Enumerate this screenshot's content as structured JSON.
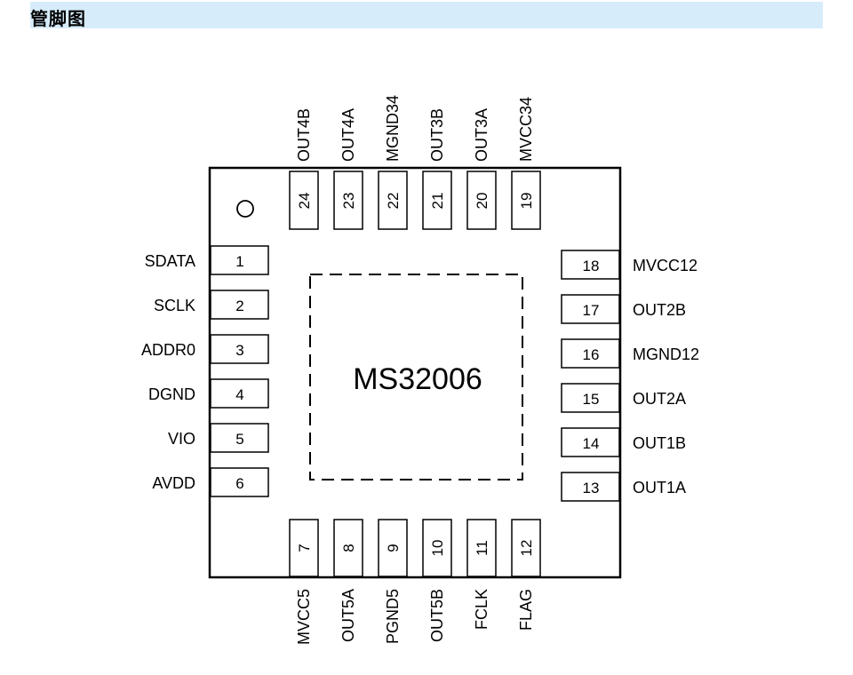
{
  "section_title": "管脚图",
  "chip_name": "MS32006",
  "pins_left": [
    {
      "num": "1",
      "name": "SDATA"
    },
    {
      "num": "2",
      "name": "SCLK"
    },
    {
      "num": "3",
      "name": "ADDR0"
    },
    {
      "num": "4",
      "name": "DGND"
    },
    {
      "num": "5",
      "name": "VIO"
    },
    {
      "num": "6",
      "name": "AVDD"
    }
  ],
  "pins_bottom": [
    {
      "num": "7",
      "name": "MVCC5"
    },
    {
      "num": "8",
      "name": "OUT5A"
    },
    {
      "num": "9",
      "name": "PGND5"
    },
    {
      "num": "10",
      "name": "OUT5B"
    },
    {
      "num": "11",
      "name": "FCLK"
    },
    {
      "num": "12",
      "name": "FLAG"
    }
  ],
  "pins_right": [
    {
      "num": "13",
      "name": "OUT1A"
    },
    {
      "num": "14",
      "name": "OUT1B"
    },
    {
      "num": "15",
      "name": "OUT2A"
    },
    {
      "num": "16",
      "name": "MGND12"
    },
    {
      "num": "17",
      "name": "OUT2B"
    },
    {
      "num": "18",
      "name": "MVCC12"
    }
  ],
  "pins_top": [
    {
      "num": "19",
      "name": "MVCC34"
    },
    {
      "num": "20",
      "name": "OUT3A"
    },
    {
      "num": "21",
      "name": "OUT3B"
    },
    {
      "num": "22",
      "name": "MGND34"
    },
    {
      "num": "23",
      "name": "OUT4A"
    },
    {
      "num": "24",
      "name": "OUT4B"
    }
  ]
}
